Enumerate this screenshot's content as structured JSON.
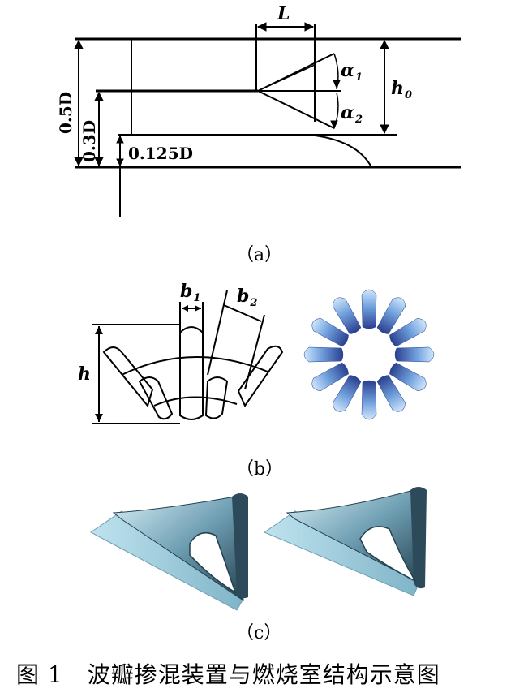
{
  "panel_a": {
    "label_L": "L",
    "label_alpha1": "α",
    "label_alpha1_sub": "1",
    "label_alpha2": "α",
    "label_alpha2_sub": "2",
    "label_h0": "h",
    "label_h0_sub": "0",
    "label_05D": "0.5D",
    "label_03D": "0.3D",
    "label_0125D": "0.125D",
    "caption": "（a）"
  },
  "panel_b": {
    "label_b1": "b",
    "label_b1_sub": "1",
    "label_b2": "b",
    "label_b2_sub": "2",
    "label_h": "h",
    "caption": "（b）"
  },
  "panel_c": {
    "caption": "（c）"
  },
  "figure_caption": {
    "number": "图 1",
    "title": "波瓣掺混装置与燃烧室结构示意图"
  },
  "colors": {
    "line": "#000000",
    "blue_dark": "#2a3f8f",
    "blue_light": "#9ecbf0",
    "teal_dark": "#2c4a5a",
    "teal_light": "#a9d8e8"
  }
}
